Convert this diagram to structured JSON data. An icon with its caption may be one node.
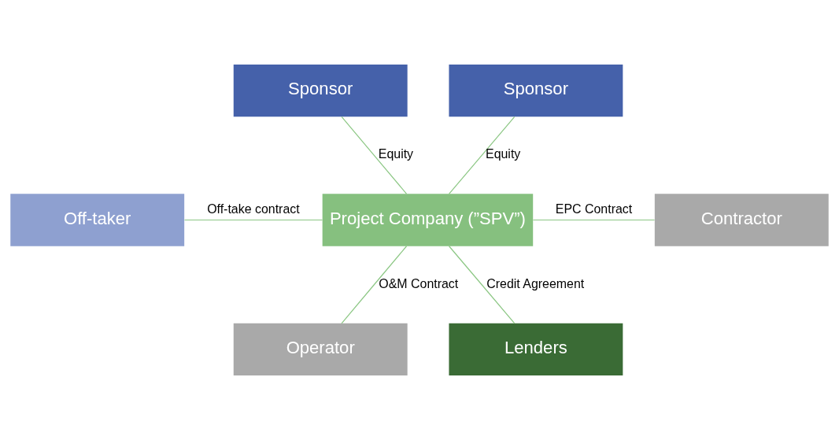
{
  "diagram": {
    "nodes": [
      {
        "text": [
          "Sponsor"
        ]
      },
      {
        "text": [
          "Sponsor"
        ]
      },
      {
        "text": [
          "Off-taker"
        ]
      },
      {
        "text": [
          "Project Company (”SPV”)"
        ]
      },
      {
        "text": [
          "Contractor"
        ]
      },
      {
        "text": [
          "Operator"
        ]
      },
      {
        "text": [
          "Lenders"
        ]
      }
    ],
    "edges": [
      {
        "from": 0,
        "to": 3,
        "arrow": "none",
        "label": "Equity"
      },
      {
        "from": 1,
        "to": 3,
        "arrow": "none",
        "label": "Equity"
      },
      {
        "from": 2,
        "to": 3,
        "arrow": "none",
        "label": "Off-take contract"
      },
      {
        "from": 3,
        "to": 4,
        "arrow": "none",
        "label": "EPC Contract"
      },
      {
        "from": 3,
        "to": 5,
        "arrow": "none",
        "label": "O&M Contract"
      },
      {
        "from": 3,
        "to": 6,
        "arrow": "none",
        "label": "Credit Agreement"
      }
    ]
  }
}
